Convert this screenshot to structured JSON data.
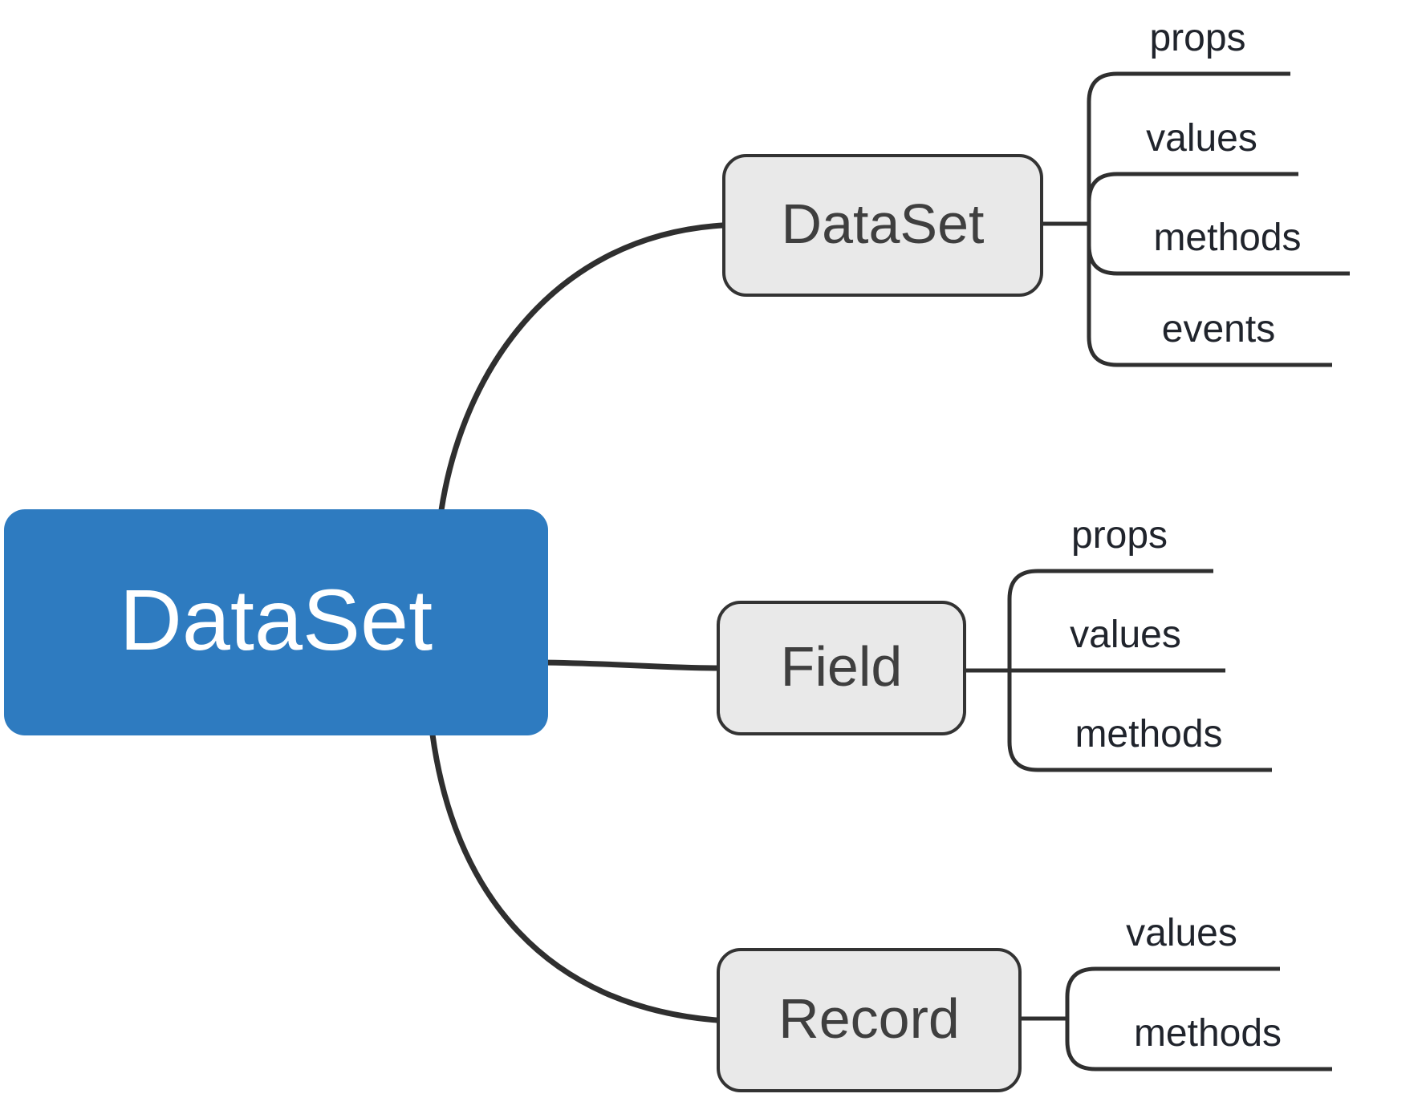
{
  "mindmap": {
    "root": {
      "label": "DataSet"
    },
    "branches": [
      {
        "label": "DataSet",
        "leaves": [
          {
            "label": "props"
          },
          {
            "label": "values"
          },
          {
            "label": "methods"
          },
          {
            "label": "events"
          }
        ]
      },
      {
        "label": "Field",
        "leaves": [
          {
            "label": "props"
          },
          {
            "label": "values"
          },
          {
            "label": "methods"
          }
        ]
      },
      {
        "label": "Record",
        "leaves": [
          {
            "label": "values"
          },
          {
            "label": "methods"
          }
        ]
      }
    ],
    "colors": {
      "root_fill": "#2e7bc0",
      "root_text": "#ffffff",
      "node_fill": "#e9e9e9",
      "node_border": "#333333",
      "connector": "#2f2f2f",
      "leaf_text": "#20242c",
      "node_text": "#3f3f3f",
      "background": "#ffffff"
    }
  }
}
